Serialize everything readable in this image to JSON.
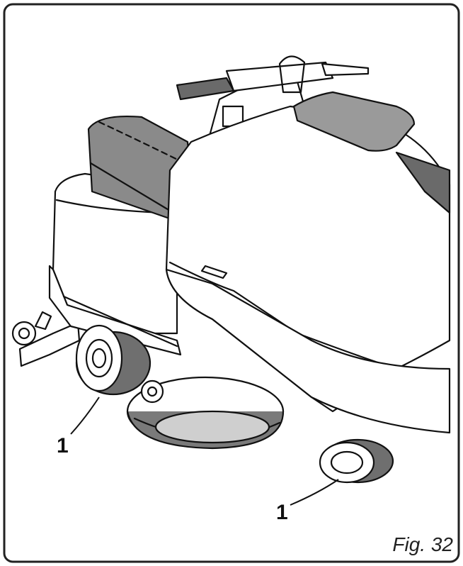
{
  "figure": {
    "label": "Fig. 32",
    "callouts": [
      "1",
      "1"
    ]
  },
  "colors": {
    "line": "#111111",
    "seat": "#8a8a8a",
    "panel": "#9a9a9a",
    "body": "#ffffff",
    "tire": "#6f6f6f",
    "border": "#222222"
  }
}
